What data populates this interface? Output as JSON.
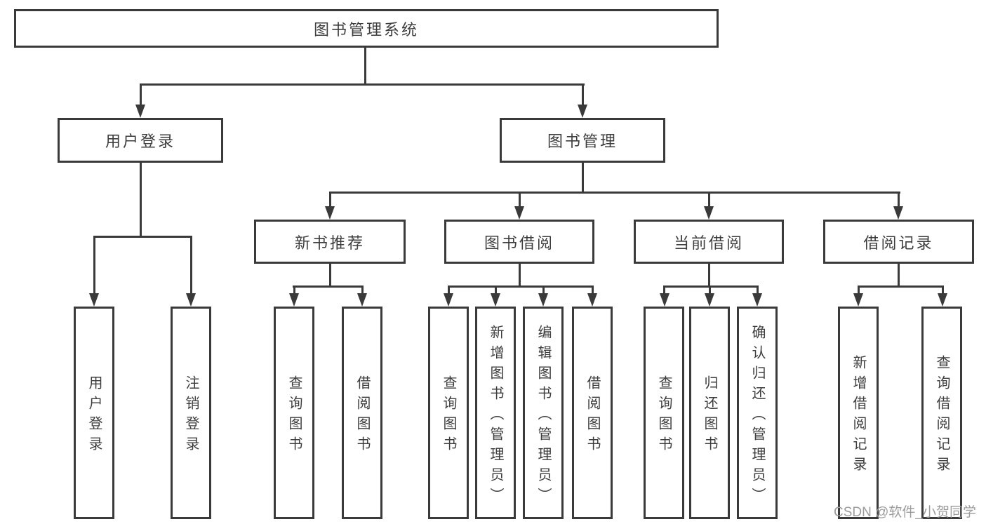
{
  "nodes": {
    "root": {
      "label": "图书管理系统"
    },
    "level2": [
      {
        "label": "用户登录"
      },
      {
        "label": "图书管理"
      }
    ],
    "level3": [
      {
        "label": "新书推荐"
      },
      {
        "label": "图书借阅"
      },
      {
        "label": "当前借阅"
      },
      {
        "label": "借阅记录"
      }
    ],
    "leaves": {
      "user_login": [
        "用户登录",
        "注销登录"
      ],
      "new_book": [
        "查询图书",
        "借阅图书"
      ],
      "book_borrow": [
        "查询图书",
        "新增图书（管理员）",
        "编辑图书（管理员）",
        "借阅图书"
      ],
      "current_borrow": [
        "查询图书",
        "归还图书",
        "确认归还（管理员）"
      ],
      "borrow_record": [
        "新增借阅记录",
        "查询借阅记录"
      ]
    }
  },
  "watermark": "CSDN @软件_小贺同学",
  "colors": {
    "line": "#3a3a3a",
    "text": "#3d3d3d",
    "watermark": "#9c9c9c",
    "background": "#ffffff"
  }
}
